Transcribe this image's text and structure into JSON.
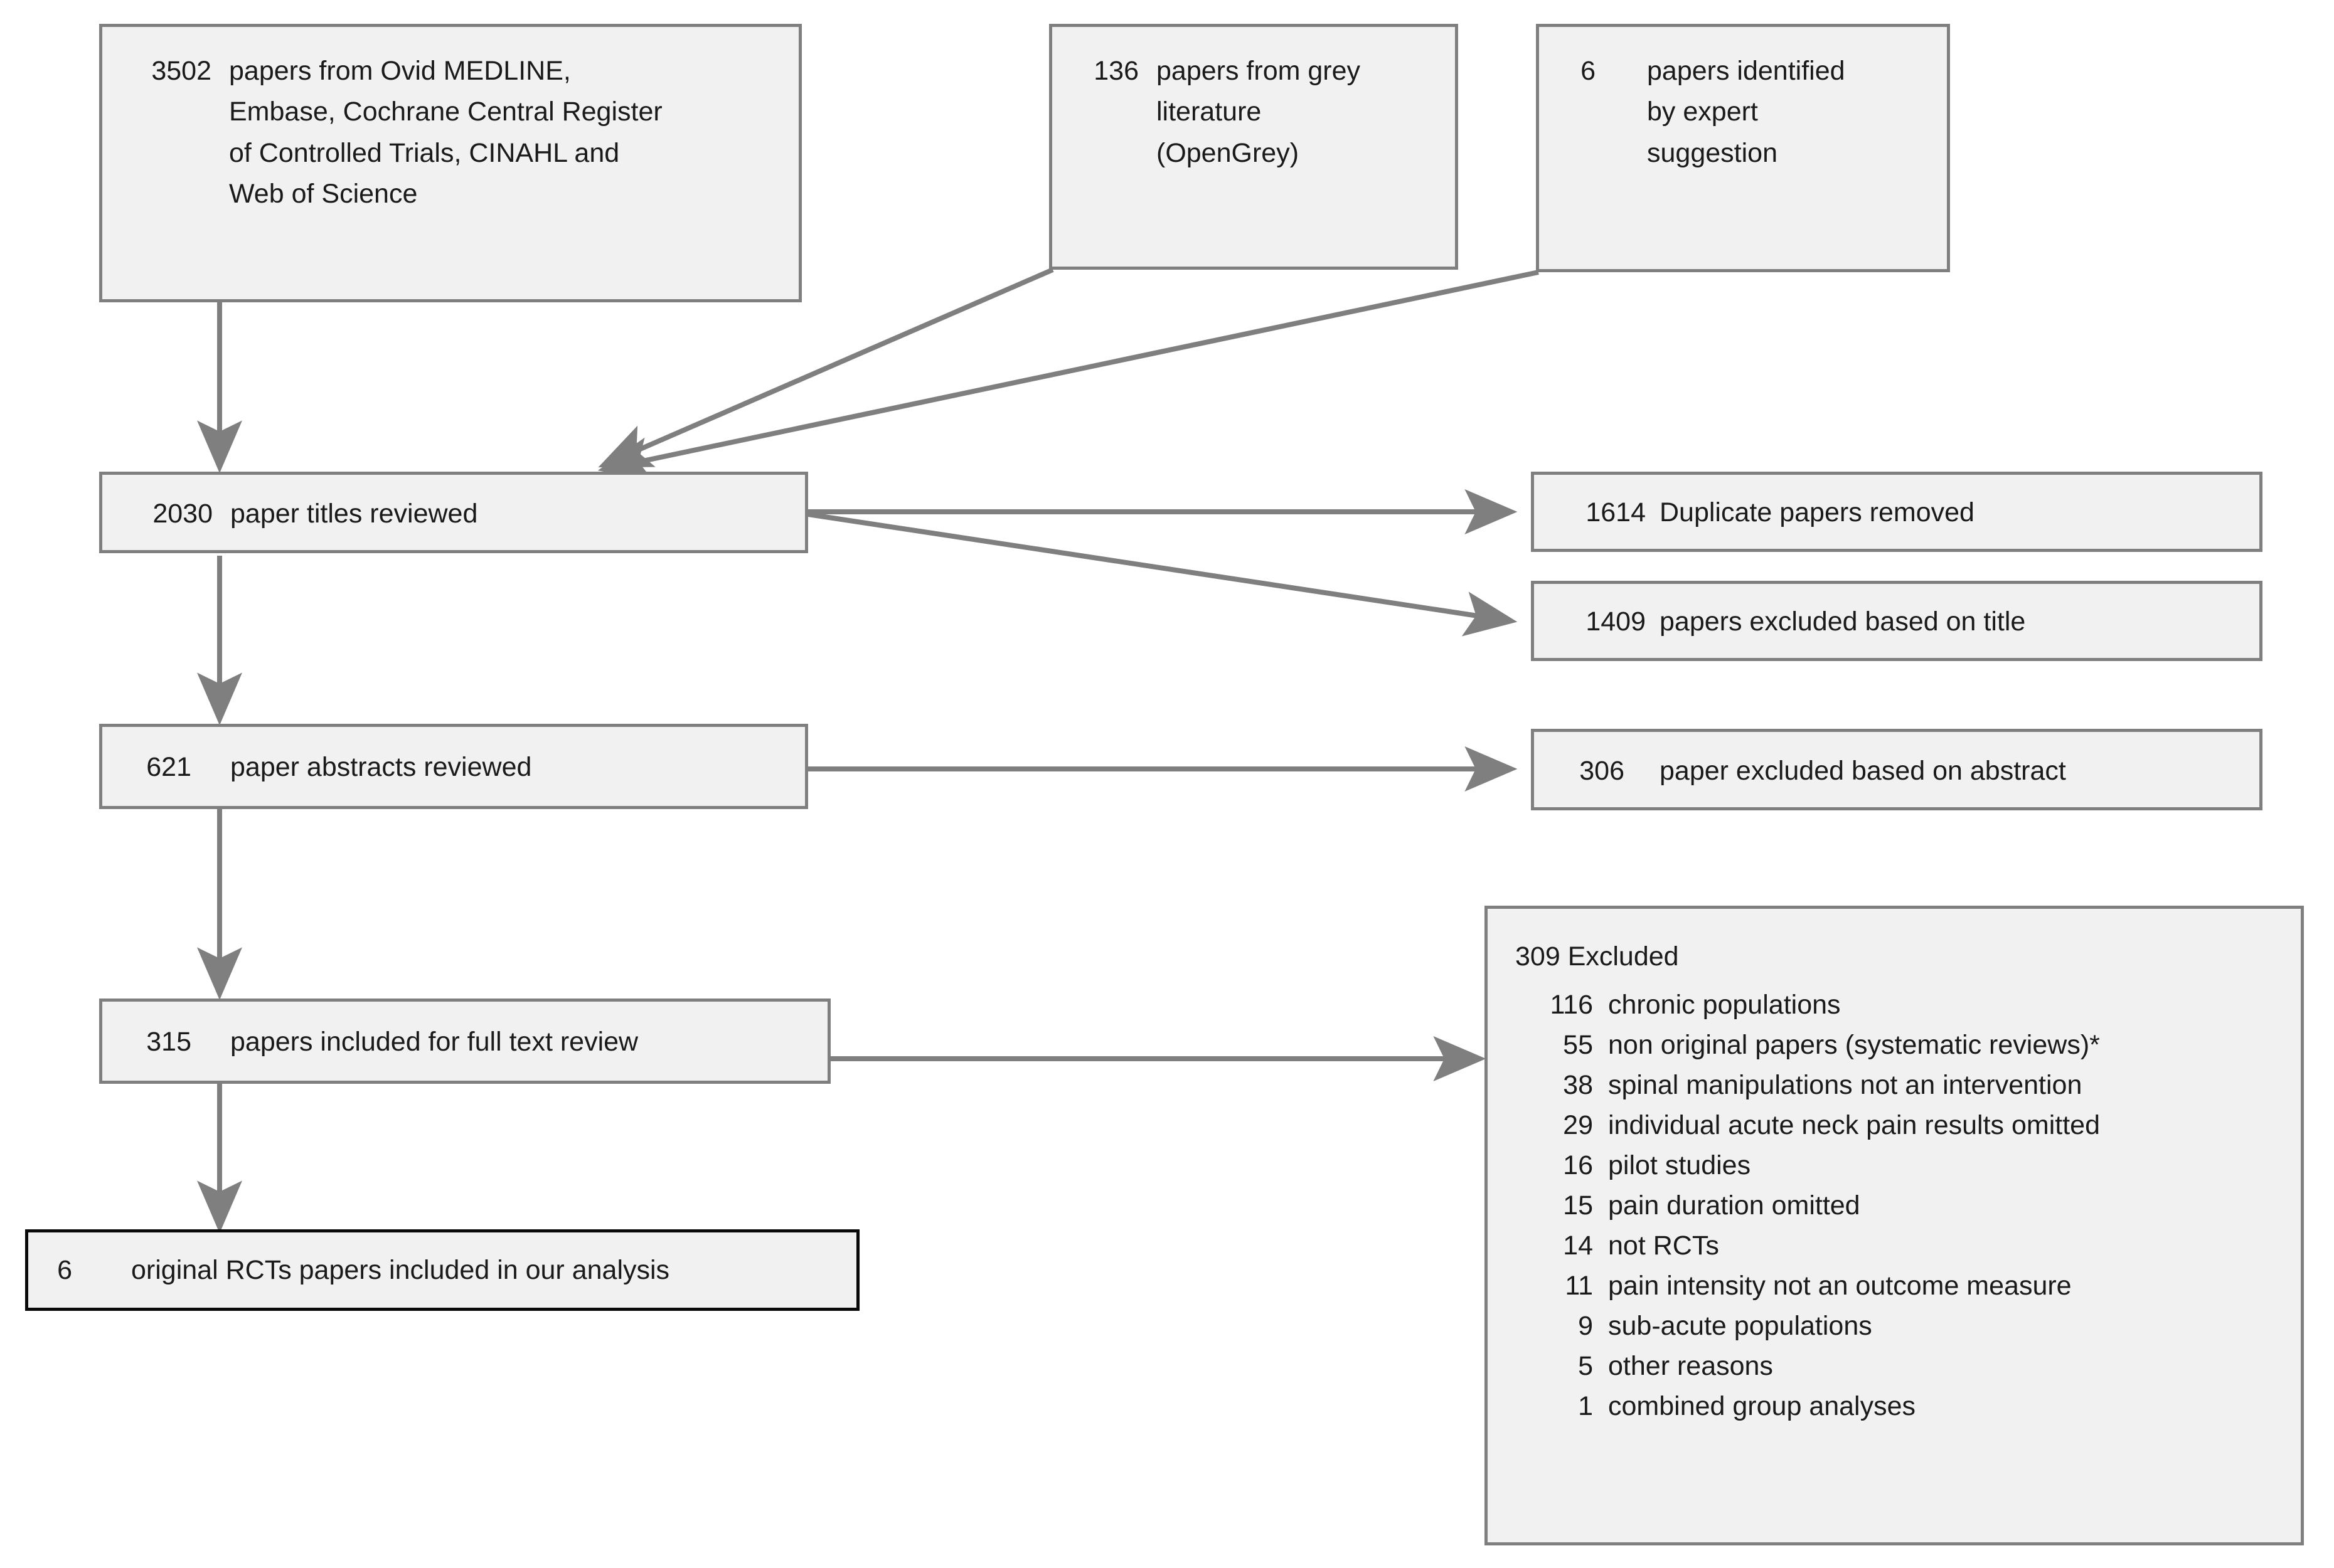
{
  "diagram": {
    "type": "prisma-flow-diagram",
    "accent_color": "#7f7f7f",
    "box_fill": "#f1f1f1",
    "text_color": "#1a1a1a",
    "final_box_border": "#0a0a0a"
  },
  "sources": {
    "databases": {
      "count": "3502",
      "line1": "papers from Ovid MEDLINE,",
      "line2": "Embase, Cochrane Central Register",
      "line3": "of Controlled Trials, CINAHL and",
      "line4": "Web of Science"
    },
    "grey_literature": {
      "count": "136",
      "line1": "papers from grey",
      "line2": "literature",
      "line3": "(OpenGrey)"
    },
    "expert": {
      "count": "6",
      "line1": "papers identified",
      "line2": "by expert",
      "line3": "suggestion"
    }
  },
  "screening": {
    "titles_reviewed": {
      "count": "2030",
      "label": "paper titles reviewed"
    },
    "duplicates_removed": {
      "count": "1614",
      "label": "Duplicate papers removed"
    },
    "excluded_by_title": {
      "count": "1409",
      "label": "papers excluded based on title"
    },
    "abstracts_reviewed": {
      "count": "621",
      "label": "paper abstracts reviewed"
    },
    "excluded_by_abstract": {
      "count": "306",
      "label": "paper excluded based on abstract"
    },
    "full_text_review": {
      "count": "315",
      "label": "papers included for full text review"
    },
    "included": {
      "count": "6",
      "label": "original RCTs papers included in our analysis"
    }
  },
  "excluded_panel": {
    "title": "309 Excluded",
    "reasons": [
      {
        "count": "116",
        "label": "chronic populations"
      },
      {
        "count": "55",
        "label": "non original papers (systematic reviews)*"
      },
      {
        "count": "38",
        "label": "spinal manipulations not an intervention"
      },
      {
        "count": "29",
        "label": "individual acute neck pain results omitted"
      },
      {
        "count": "16",
        "label": "pilot studies"
      },
      {
        "count": "15",
        "label": "pain duration omitted"
      },
      {
        "count": "14",
        "label": "not RCTs"
      },
      {
        "count": "11",
        "label": "pain intensity not an outcome measure"
      },
      {
        "count": "9",
        "label": "sub-acute populations"
      },
      {
        "count": "5",
        "label": "other reasons"
      },
      {
        "count": "1",
        "label": "combined group analyses"
      }
    ]
  }
}
